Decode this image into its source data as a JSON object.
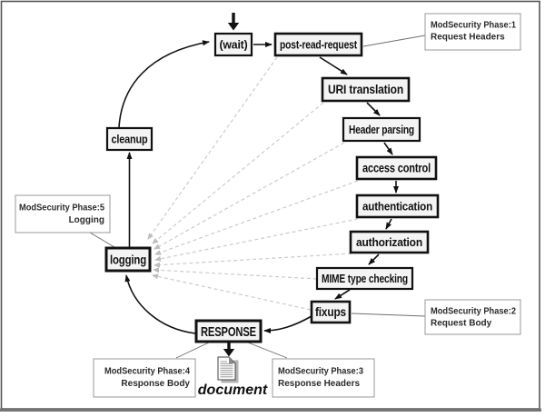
{
  "nodes": {
    "wait": "(wait)",
    "post_read_request": "post-read-request",
    "uri_translation": "URI translation",
    "header_parsing": "Header parsing",
    "access_control": "access control",
    "authentication": "authentication",
    "authorization": "authorization",
    "mime_type_checking": "MIME type checking",
    "fixups": "fixups",
    "response": "RESPONSE",
    "logging": "logging",
    "cleanup": "cleanup"
  },
  "annotations": {
    "phase1": {
      "line1": "ModSecurity Phase:1",
      "line2": "Request Headers"
    },
    "phase2": {
      "line1": "ModSecurity Phase:2",
      "line2": "Request Body"
    },
    "phase3": {
      "line1": "ModSecurity Phase:3",
      "line2": "Response Headers"
    },
    "phase4": {
      "line1": "ModSecurity Phase:4",
      "line2": "Response Body"
    },
    "phase5": {
      "line1": "ModSecurity Phase:5",
      "line2": "Logging"
    }
  },
  "document": {
    "label": "document"
  },
  "edges": {
    "solid": [
      "entry->wait",
      "wait->post-read-request",
      "post-read-request->URI translation",
      "URI translation->Header parsing",
      "Header parsing->access control",
      "access control->authentication",
      "authentication->authorization",
      "authorization->MIME type checking",
      "MIME type checking->fixups",
      "fixups->RESPONSE",
      "RESPONSE->logging",
      "logging->cleanup",
      "cleanup->wait",
      "RESPONSE->document"
    ],
    "dashed_to_logging": [
      "post-read-request",
      "URI translation",
      "Header parsing",
      "access control",
      "authentication",
      "authorization",
      "MIME type checking",
      "fixups"
    ],
    "callouts": [
      "post-read-request->phase1",
      "fixups->phase2",
      "phase5->logging",
      "RESPONSE->phase4",
      "RESPONSE->phase3"
    ]
  },
  "colors": {
    "node_fill": "#f4f4f4",
    "node_border": "#111111",
    "dashed_line": "#cbcbcb",
    "annotation_border": "#999999",
    "annotation_text": "#2b2b2b",
    "frame": "#555555"
  }
}
